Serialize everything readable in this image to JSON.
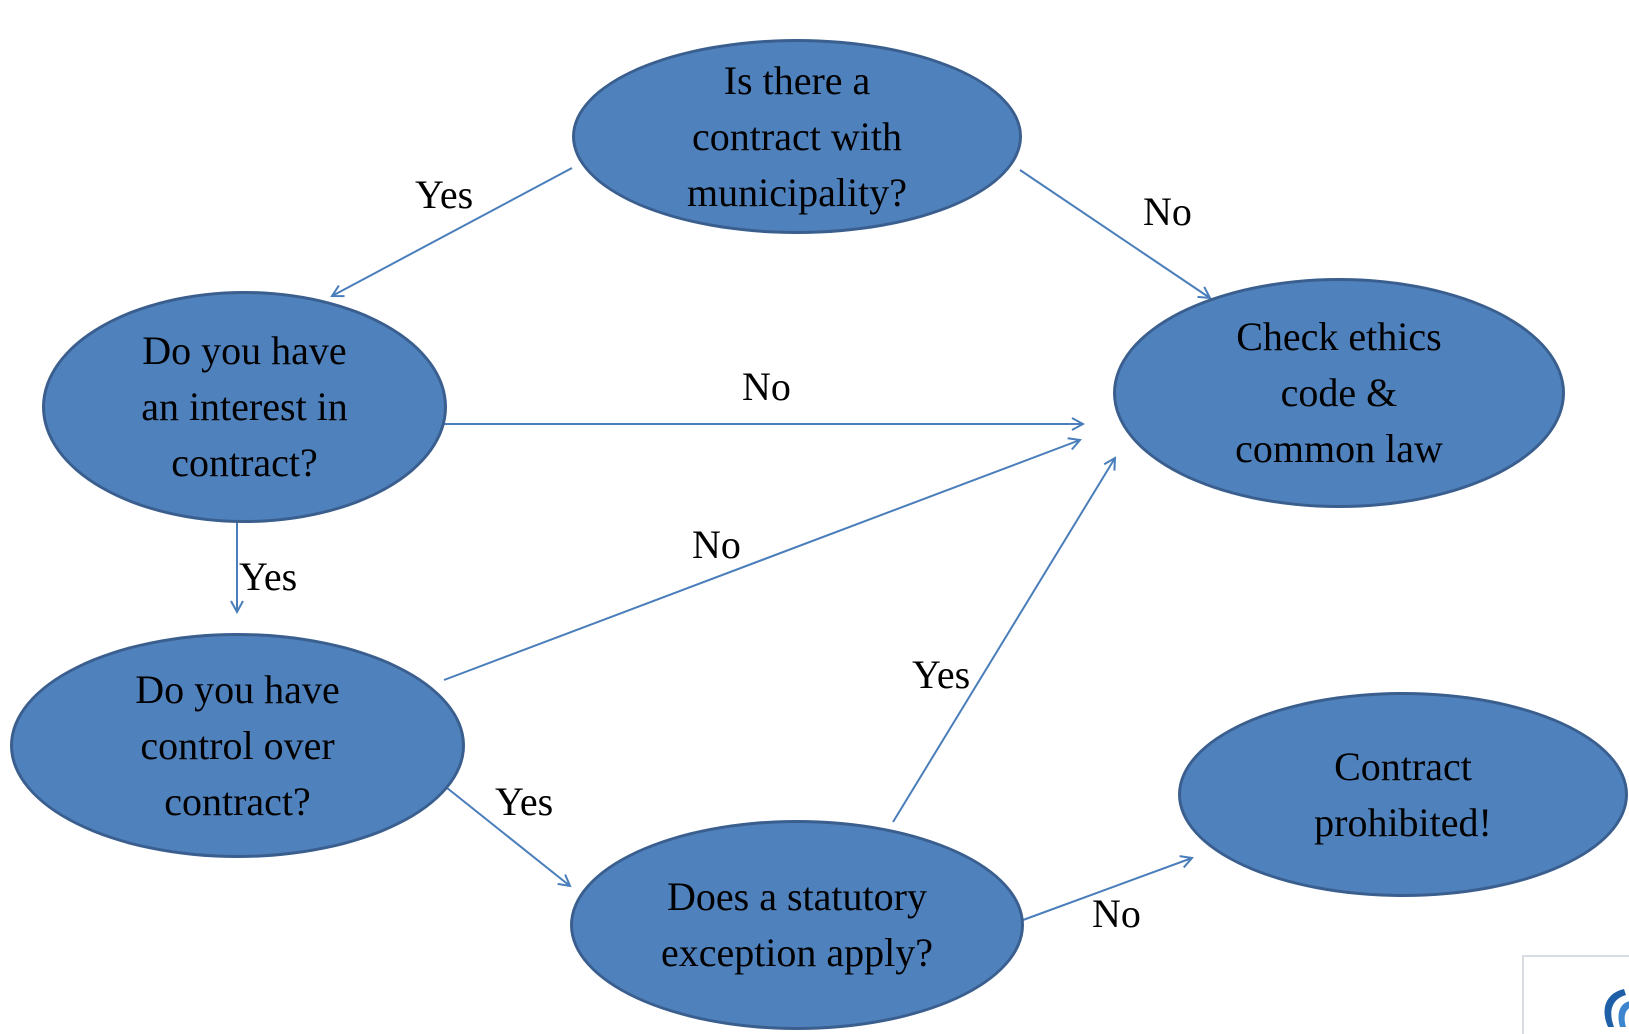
{
  "colors": {
    "node_fill": "#4f81bd",
    "node_border": "#3a5f8f",
    "arrow": "#4a7ebb",
    "background": "#ffffff"
  },
  "nodes": {
    "contract_question": "Is there a\ncontract with\nmunicipality?",
    "interest_question": "Do you have\nan interest in\ncontract?",
    "control_question": "Do you have\ncontrol over\ncontract?",
    "exception_question": "Does a statutory\nexception apply?",
    "ethics_outcome": "Check ethics\ncode &\ncommon law",
    "prohibited_outcome": "Contract\nprohibited!"
  },
  "edge_labels": {
    "contract_yes": "Yes",
    "contract_no": "No",
    "interest_no": "No",
    "interest_yes": "Yes",
    "control_no": "No",
    "control_yes": "Yes",
    "exception_yes": "Yes",
    "exception_no": "No"
  },
  "logo": {
    "icon": "partial-logo-icon"
  }
}
